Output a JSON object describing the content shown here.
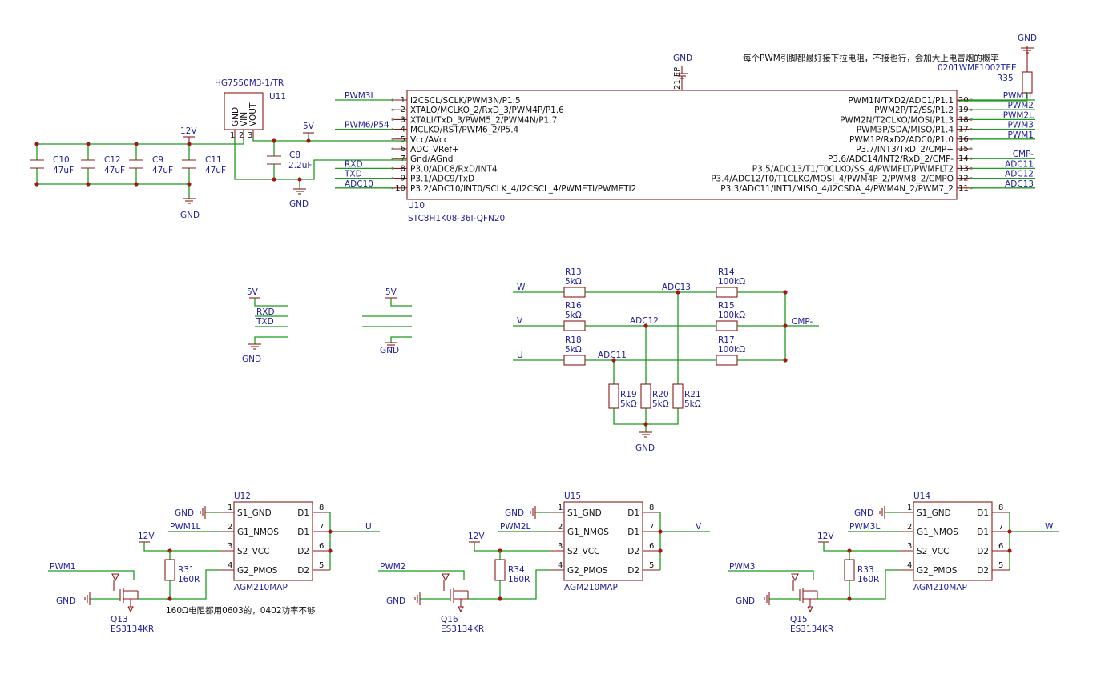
{
  "colors": {
    "wire": "#1c9b1c",
    "symbol": "#8b1a1a",
    "label": "#1d1d9c",
    "text": "#111111"
  },
  "mcu": {
    "ref": "U10",
    "part": "STC8H1K08-36I-QFN20",
    "ep_pin": "21",
    "ep_label": "EP",
    "left_pins": [
      {
        "num": "1",
        "name": "I2CSCL/SCLK/PWM3N/P1.5",
        "net": "PWM3L"
      },
      {
        "num": "2",
        "name": "XTALO/MCLKO_2/RxD_3/PWM4P/P1.6",
        "net": ""
      },
      {
        "num": "3",
        "name": "XTALI/TxD_3/PWM5_2/PWM4N/P1.7",
        "net": ""
      },
      {
        "num": "4",
        "name": "MCLKO/RST/PWM6_2/P5.4",
        "net": "PWM6/P54"
      },
      {
        "num": "5",
        "name": "Vcc/AVcc",
        "net": ""
      },
      {
        "num": "6",
        "name": "ADC_VRef+",
        "net": ""
      },
      {
        "num": "7",
        "name": "Gnd/AGnd",
        "net": ""
      },
      {
        "num": "8",
        "name": "P3.0/ADC8/RxD/INT4",
        "net": "RXD"
      },
      {
        "num": "9",
        "name": "P3.1/ADC9/TxD",
        "net": "TXD"
      },
      {
        "num": "10",
        "name": "P3.2/ADC10/INT0/SCLK_4/I2CSCL_4/PWMETI/PWMETI2",
        "net": "ADC10"
      }
    ],
    "right_pins": [
      {
        "num": "20",
        "name": "PWM1N/TXD2/ADC1/P1.1",
        "net": "PWM1L"
      },
      {
        "num": "19",
        "name": "PWM2P/T2/SS/P1.2",
        "net": "PWM2"
      },
      {
        "num": "18",
        "name": "PWM2N/T2CLKO/MOSI/P1.3",
        "net": "PWM2L"
      },
      {
        "num": "17",
        "name": "PWM3P/SDA/MISO/P1.4",
        "net": "PWM3"
      },
      {
        "num": "16",
        "name": "PWM1P/RxD2/ADC0/P1.0",
        "net": "PWM1"
      },
      {
        "num": "15",
        "name": "P3.7/INT3/TxD_2/CMP+",
        "net": ""
      },
      {
        "num": "14",
        "name": "P3.6/ADC14/INT2/RxD_2/CMP-",
        "net": "CMP-"
      },
      {
        "num": "13",
        "name": "P3.5/ADC13/T1/T0CLKO/SS_4/PWMFLT/PWMFLT2",
        "net": "ADC11"
      },
      {
        "num": "12",
        "name": "P3.4/ADC12/T0/T1CLKO/MOSI_4/PWM4P_2/PWM8_2/CMPO",
        "net": "ADC12"
      },
      {
        "num": "11",
        "name": "P3.3/ADC11/INT1/MISO_4/I2CSDA_4/PWM4N_2/PWM7_2",
        "net": "ADC13"
      }
    ]
  },
  "regulator": {
    "ref": "U11",
    "part": "HG7550M3-1/TR",
    "pins": [
      "GND",
      "VIN",
      "VOUT"
    ],
    "pin_nums": [
      "1",
      "2",
      "3"
    ]
  },
  "power": {
    "v12": "12V",
    "v5": "5V",
    "gnd": "GND"
  },
  "caps": [
    {
      "ref": "C10",
      "value": "47uF"
    },
    {
      "ref": "C12",
      "value": "47uF"
    },
    {
      "ref": "C9",
      "value": "47uF"
    },
    {
      "ref": "C11",
      "value": "47uF"
    },
    {
      "ref": "C8",
      "value": "2.2uF"
    }
  ],
  "pullup": {
    "note": "每个PWM引脚都最好接下拉电阻，不接也行，会加大上电冒烟的概率",
    "part": "0201WMF1002TEE",
    "ref": "R35"
  },
  "header_nets": [
    "RXD",
    "TXD"
  ],
  "sense": {
    "rows": [
      {
        "phase": "W",
        "rs": "R13",
        "rs_val": "5kΩ",
        "adc": "ADC13",
        "rb": "R14",
        "rb_val": "100kΩ"
      },
      {
        "phase": "V",
        "rs": "R16",
        "rs_val": "5kΩ",
        "adc": "ADC12",
        "rb": "R15",
        "rb_val": "100kΩ"
      },
      {
        "phase": "U",
        "rs": "R18",
        "rs_val": "5kΩ",
        "adc": "ADC11",
        "rb": "R17",
        "rb_val": "100kΩ"
      }
    ],
    "cmp": "CMP-",
    "bottom": [
      {
        "ref": "R19",
        "val": "5kΩ"
      },
      {
        "ref": "R20",
        "val": "5kΩ"
      },
      {
        "ref": "R21",
        "val": "5kΩ"
      }
    ]
  },
  "drivers": [
    {
      "ref": "U12",
      "part": "AGM210MAP",
      "nmos": "PWM1L",
      "pmos": "PWM1",
      "out": "U",
      "r": "R31",
      "rval": "160R",
      "q": "Q13",
      "qpart": "ES3134KR"
    },
    {
      "ref": "U15",
      "part": "AGM210MAP",
      "nmos": "PWM2L",
      "pmos": "PWM2",
      "out": "V",
      "r": "R34",
      "rval": "160R",
      "q": "Q16",
      "qpart": "ES3134KR"
    },
    {
      "ref": "U14",
      "part": "AGM210MAP",
      "nmos": "PWM3L",
      "pmos": "PWM3",
      "out": "W",
      "r": "R33",
      "rval": "160R",
      "q": "Q15",
      "qpart": "ES3134KR"
    }
  ],
  "driver_pins": {
    "left": [
      {
        "n": "1",
        "name": "S1_GND"
      },
      {
        "n": "2",
        "name": "G1_NMOS"
      },
      {
        "n": "3",
        "name": "S2_VCC"
      },
      {
        "n": "4",
        "name": "G2_PMOS"
      }
    ],
    "right": [
      {
        "n": "8",
        "name": "D1"
      },
      {
        "n": "7",
        "name": "D1"
      },
      {
        "n": "6",
        "name": "D2"
      },
      {
        "n": "5",
        "name": "D2"
      }
    ]
  },
  "driver_note": "160Ω电阻都用0603的，0402功率不够"
}
